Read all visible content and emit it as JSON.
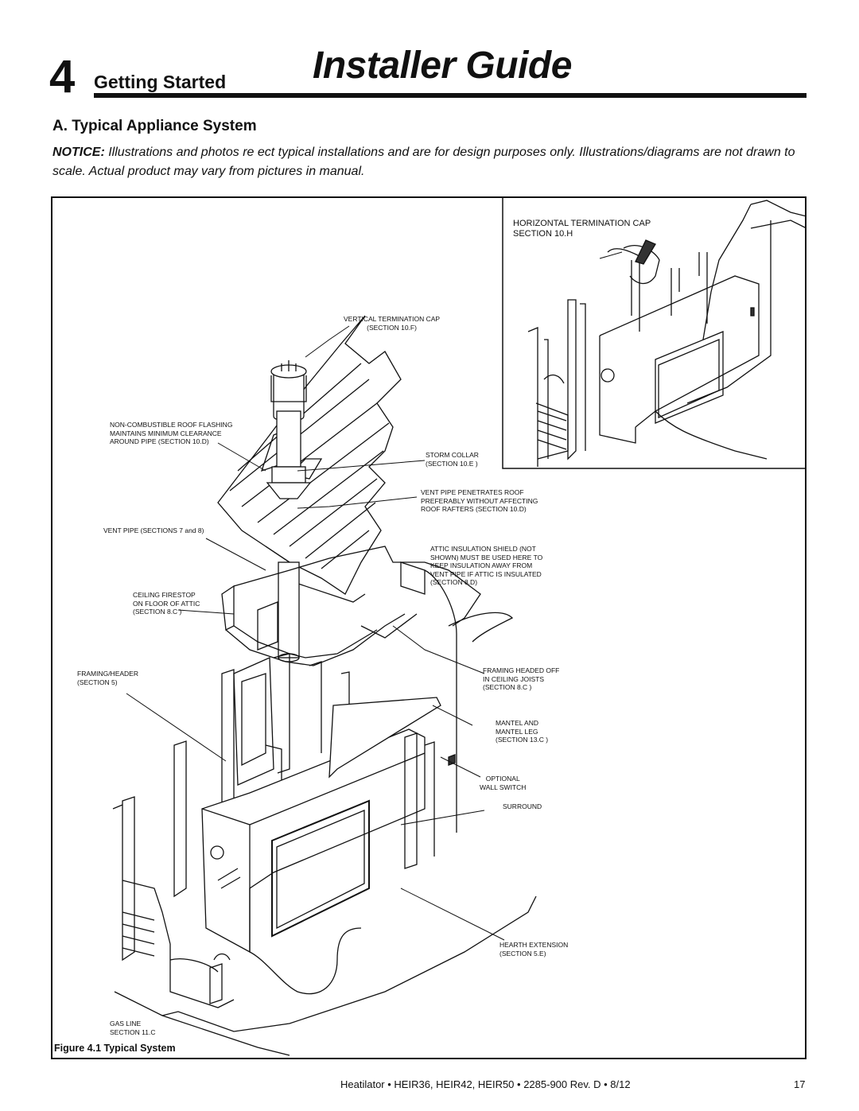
{
  "header": {
    "chapter_number": "4",
    "chapter_title": "Getting Started",
    "guide_title": "Installer Guide"
  },
  "section": {
    "heading": "A. Typical Appliance System",
    "notice_label": "NOTICE:",
    "notice_text": " Illustrations and photos re  ect typical installations and are for design purposes only. Illustrations/diagrams are not drawn to scale. Actual product may vary from pictures in manual."
  },
  "figure": {
    "caption": "Figure 4.1  Typical System",
    "labels": {
      "horizontal_cap": "HORIZONTAL TERMINATION CAP\nSECTION 10.H",
      "vertical_cap": "VERTICAL TERMINATION CAP\n(SECTION 10.F)",
      "roof_flashing": "NON-COMBUSTIBLE ROOF FLASHING\nMAINTAINS MINIMUM CLEARANCE\nAROUND PIPE (SECTION 10.D)",
      "storm_collar": "STORM COLLAR\n(SECTION 10.E )",
      "vent_penetrates": "VENT PIPE PENETRATES ROOF\nPREFERABLY WITHOUT AFFECTING\nROOF RAFTERS (SECTION 10.D)",
      "vent_pipe": "VENT PIPE (SECTIONS 7 and 8)",
      "attic_shield": "ATTIC INSULATION SHIELD (NOT\nSHOWN) MUST BE USED HERE TO\nKEEP INSULATION AWAY FROM\nVENT PIPE IF ATTIC IS INSULATED\n(SECTION 8.D)",
      "ceiling_firestop": "CEILING FIRESTOP\nON FLOOR OF ATTIC\n(SECTION 8.C )",
      "framing_header": "FRAMING/HEADER\n(SECTION 5)",
      "framing_headed_off": "FRAMING HEADED OFF\nIN CEILING JOISTS\n(SECTION 8.C )",
      "mantel": "MANTEL AND\nMANTEL LEG\n(SECTION 13.C )",
      "wall_switch": "OPTIONAL\nWALL SWITCH",
      "surround": "SURROUND",
      "hearth_extension": "HEARTH EXTENSION\n(SECTION 5.E)",
      "gas_line": "GAS LINE\nSECTION 11.C"
    }
  },
  "footer": {
    "text": "Heatilator  • HEIR36, HEIR42, HEIR50  •  2285-900 Rev. D  •  8/12",
    "page_number": "17"
  }
}
